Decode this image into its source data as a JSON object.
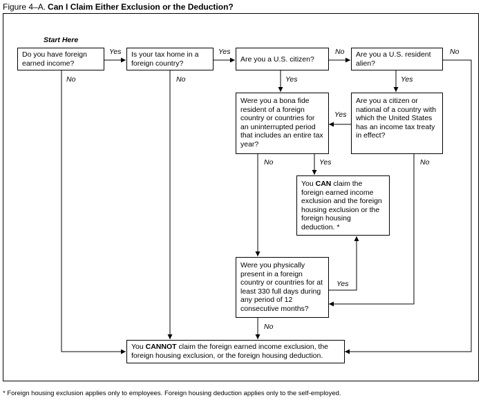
{
  "figure": {
    "number": "Figure 4–A.",
    "title": "Can I Claim Either Exclusion or the Deduction?"
  },
  "start_label": "Start Here",
  "boxes": {
    "foreign_income": "Do you have foreign earned income?",
    "tax_home": "Is your tax home in a foreign country?",
    "us_citizen": "Are you a U.S. citizen?",
    "us_resident": "Are you a U.S. resident alien?",
    "bona_fide": "Were you a bona fide resident of a foreign country or countries for an uninterrupted period that includes an entire tax year?",
    "treaty": "Are you a citizen or national of a country with which the United States has an income tax treaty in effect?",
    "can_claim_pre": "You ",
    "can_claim_bold": "CAN",
    "can_claim_post": " claim the foreign earned income exclusion and the foreign housing exclusion or the foreign housing deduction. *",
    "physical_presence": "Were you physically present in a foreign country or countries for at least 330 full days during any period of 12 consecutive months?",
    "cannot_pre": "You ",
    "cannot_bold": "CANNOT",
    "cannot_post": " claim the foreign earned income exclusion, the foreign housing exclusion, or the foreign housing deduction."
  },
  "answers": {
    "yes": "Yes",
    "no": "No"
  },
  "footnote": "* Foreign housing exclusion applies only to employees. Foreign housing deduction applies only to the self-employed."
}
